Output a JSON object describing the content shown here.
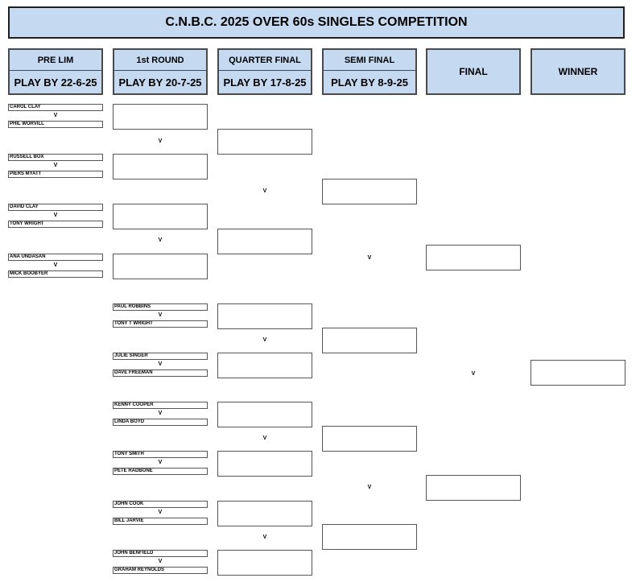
{
  "title": "C.N.B.C. 2025 OVER 60s SINGLES COMPETITION",
  "headers": {
    "prelim": {
      "round": "PRE LIM",
      "deadline": "PLAY BY 22-6-25"
    },
    "round1": {
      "round": "1st ROUND",
      "deadline": "PLAY BY 20-7-25"
    },
    "quarter": {
      "round": "QUARTER FINAL",
      "deadline": "PLAY BY 17-8-25"
    },
    "semi": {
      "round": "SEMI FINAL",
      "deadline": "PLAY BY 8-9-25"
    },
    "final": {
      "round": "FINAL"
    },
    "winner": {
      "round": "WINNER"
    }
  },
  "vs_text": "V",
  "prelim_matches": [
    {
      "p1": "CAROL CLAY",
      "p2": "PHIL WORVILL"
    },
    {
      "p1": "RUSSELL BOX",
      "p2": "PIERS MYATT"
    },
    {
      "p1": "DAVID CLAY",
      "p2": "TONY WRIGHT"
    },
    {
      "p1": "ANA UNDASAN",
      "p2": "MICK BOOBYER"
    }
  ],
  "round1_matches": [
    {
      "p1": "PAUL ROBBINS",
      "p2": "TONY T WRIGHT"
    },
    {
      "p1": "JULIE SINGER",
      "p2": "DAVE FREEMAN"
    },
    {
      "p1": "KENNY COOPER",
      "p2": "LINDA BOYD"
    },
    {
      "p1": "TONY SMITH",
      "p2": "PETE RADBONE"
    },
    {
      "p1": "JOHN COOK",
      "p2": "BILL JARVIE"
    },
    {
      "p1": "JOHN BENFIELD",
      "p2": "GRAHAM REYNOLDS"
    }
  ]
}
